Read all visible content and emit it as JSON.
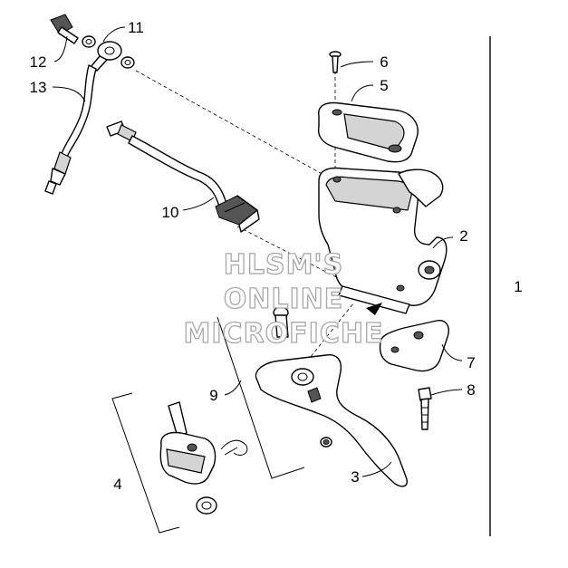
{
  "callouts": [
    "1",
    "2",
    "3",
    "4",
    "5",
    "6",
    "7",
    "8",
    "9",
    "10",
    "11",
    "12",
    "13"
  ],
  "watermark": {
    "line1": "HLSM'S",
    "line2": "ONLINE",
    "line3": "MICROFICHE"
  }
}
